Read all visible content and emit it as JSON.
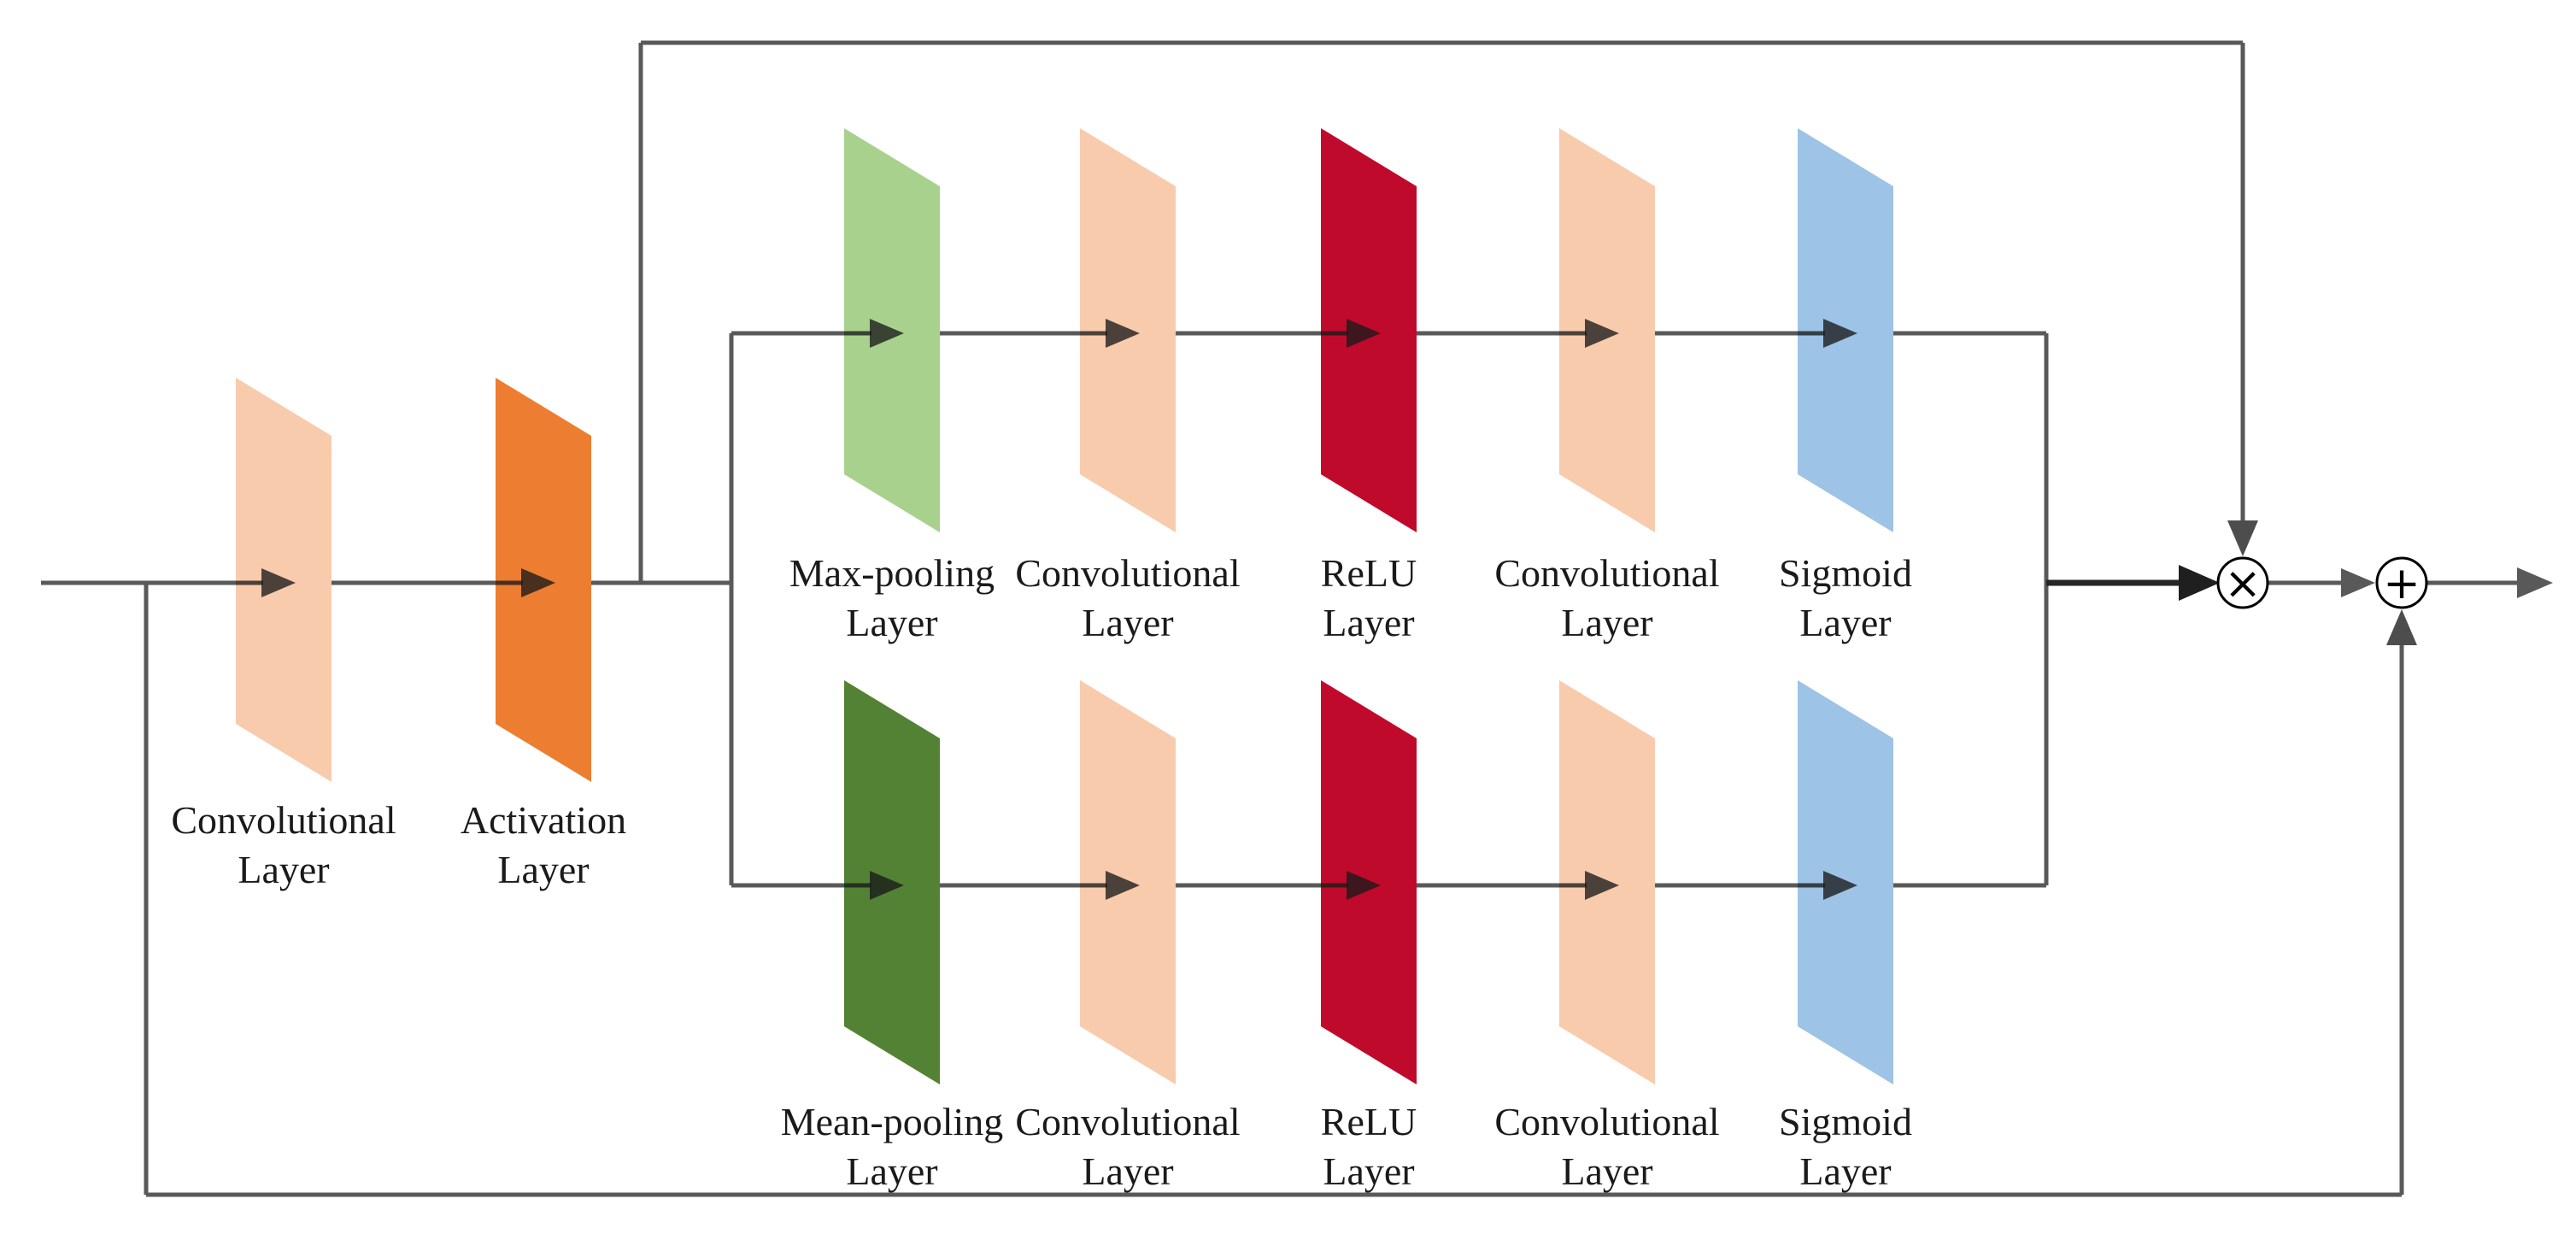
{
  "figure": {
    "background": "#ffffff",
    "connector_color": "#595959",
    "dark_connector_color": "#262626",
    "circle_stroke": "#000000",
    "label_color": "#1a1a1a"
  },
  "nodes": [
    {
      "id": "conv-input",
      "line1": "Convolutional",
      "line2": "Layer",
      "color": "#F8CBAD"
    },
    {
      "id": "activation",
      "line1": "Activation",
      "line2": "Layer",
      "color": "#ED7D31"
    },
    {
      "id": "maxpool",
      "line1": "Max-pooling",
      "line2": "Layer",
      "color": "#A9D18E"
    },
    {
      "id": "conv-top-1",
      "line1": "Convolutional",
      "line2": "Layer",
      "color": "#F8CBAD"
    },
    {
      "id": "relu-top",
      "line1": "ReLU",
      "line2": "Layer",
      "color": "#C00A2B"
    },
    {
      "id": "conv-top-2",
      "line1": "Convolutional",
      "line2": "Layer",
      "color": "#F8CBAD"
    },
    {
      "id": "sigmoid-top",
      "line1": "Sigmoid",
      "line2": "Layer",
      "color": "#9DC3E6"
    },
    {
      "id": "meanpool",
      "line1": "Mean-pooling",
      "line2": "Layer",
      "color": "#548235"
    },
    {
      "id": "conv-bottom-1",
      "line1": "Convolutional",
      "line2": "Layer",
      "color": "#F8CBAD"
    },
    {
      "id": "relu-bottom",
      "line1": "ReLU",
      "line2": "Layer",
      "color": "#C00A2B"
    },
    {
      "id": "conv-bottom-2",
      "line1": "Convolutional",
      "line2": "Layer",
      "color": "#F8CBAD"
    },
    {
      "id": "sigmoid-bottom",
      "line1": "Sigmoid",
      "line2": "Layer",
      "color": "#9DC3E6"
    }
  ],
  "operators": [
    {
      "id": "multiply",
      "symbol": "×"
    },
    {
      "id": "add",
      "symbol": "+"
    }
  ]
}
